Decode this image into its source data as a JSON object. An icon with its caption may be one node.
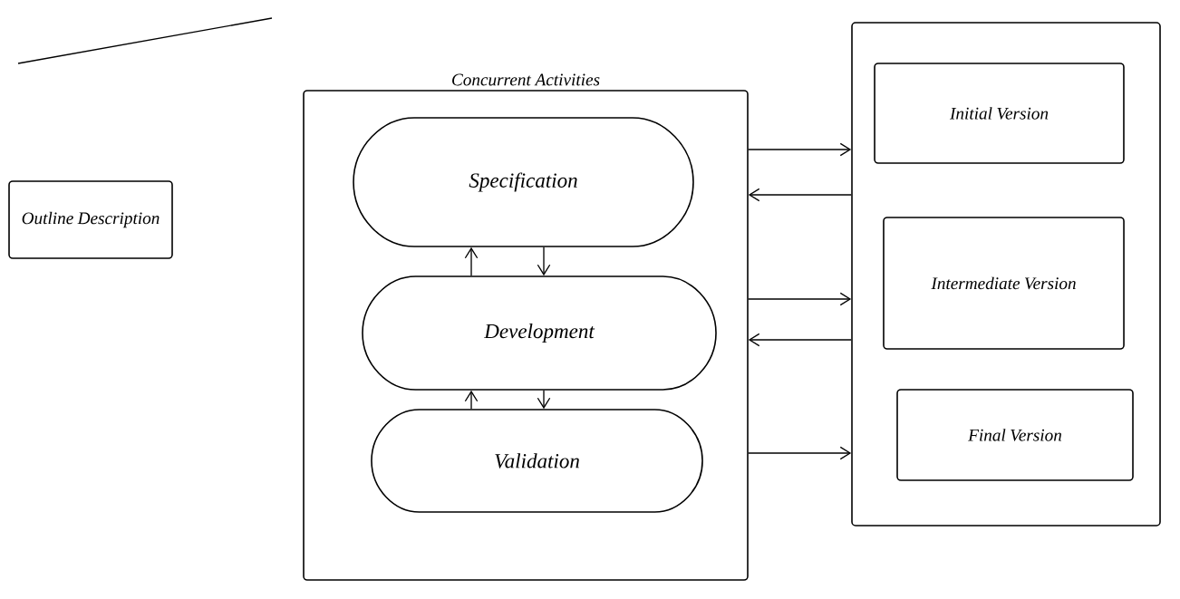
{
  "diagram": {
    "nodes": [
      {
        "text": [
          "Outline Description"
        ]
      },
      {
        "text": [
          "Concurrent Activities"
        ]
      },
      {
        "text": [
          "Specification"
        ],
        "in": 1
      },
      {
        "text": [
          "Development"
        ],
        "in": 1
      },
      {
        "text": [
          "Validation"
        ],
        "in": 1
      },
      {
        "text": [],
        "shape": "box"
      },
      {
        "text": [
          "Initial Version"
        ],
        "in": 5
      },
      {
        "text": [
          "Intermediate Version"
        ],
        "in": 5
      },
      {
        "text": [
          "Final Version"
        ],
        "in": 5
      }
    ],
    "edges": [
      {
        "from": 1,
        "to": 5,
        "arrow": "to"
      },
      {
        "from": 5,
        "to": 1,
        "arrow": "to"
      },
      {
        "from": 1,
        "to": 5,
        "arrow": "to"
      },
      {
        "from": 5,
        "to": 1,
        "arrow": "to"
      },
      {
        "from": 1,
        "to": 5,
        "arrow": "to"
      },
      {
        "from": 2,
        "to": 3,
        "arrow": "to"
      },
      {
        "from": 3,
        "to": 2,
        "arrow": "to"
      },
      {
        "from": 3,
        "to": 4,
        "arrow": "to"
      },
      {
        "from": 4,
        "to": 3,
        "arrow": "to"
      }
    ]
  }
}
